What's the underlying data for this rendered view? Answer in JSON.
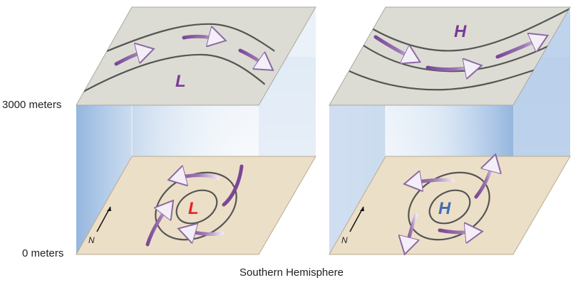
{
  "axis_labels": {
    "top": "3000 meters",
    "bottom": "0 meters"
  },
  "caption": "Southern Hemisphere",
  "left_panel": {
    "upper_symbol": "L",
    "surface_symbol": "L",
    "north_label": "N"
  },
  "right_panel": {
    "upper_symbol": "H",
    "surface_symbol": "H",
    "north_label": "N"
  },
  "colors": {
    "upper_plane": "#dcdcd4",
    "surface_plane": "#ecdfc7",
    "isobar": "#555555",
    "wind_arrow": "#7a4796",
    "low_symbol_upper": "#7a3a95",
    "low_symbol_surface": "#e8232a",
    "high_symbol_upper": "#7a3a95",
    "high_symbol_surface": "#3f6db3"
  }
}
